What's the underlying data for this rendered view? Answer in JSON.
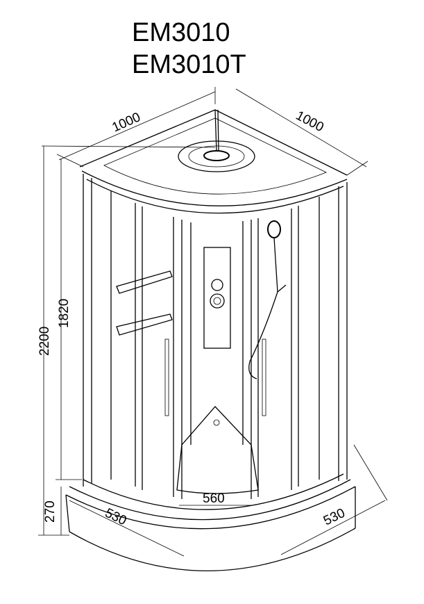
{
  "titles": [
    "EM3010",
    "EM3010T"
  ],
  "dimensions": {
    "top_left_width": "1000",
    "top_right_width": "1000",
    "total_height": "2200",
    "cabin_height": "1820",
    "tray_height": "270",
    "base_left": "530",
    "base_right": "530",
    "door_width": "560"
  }
}
